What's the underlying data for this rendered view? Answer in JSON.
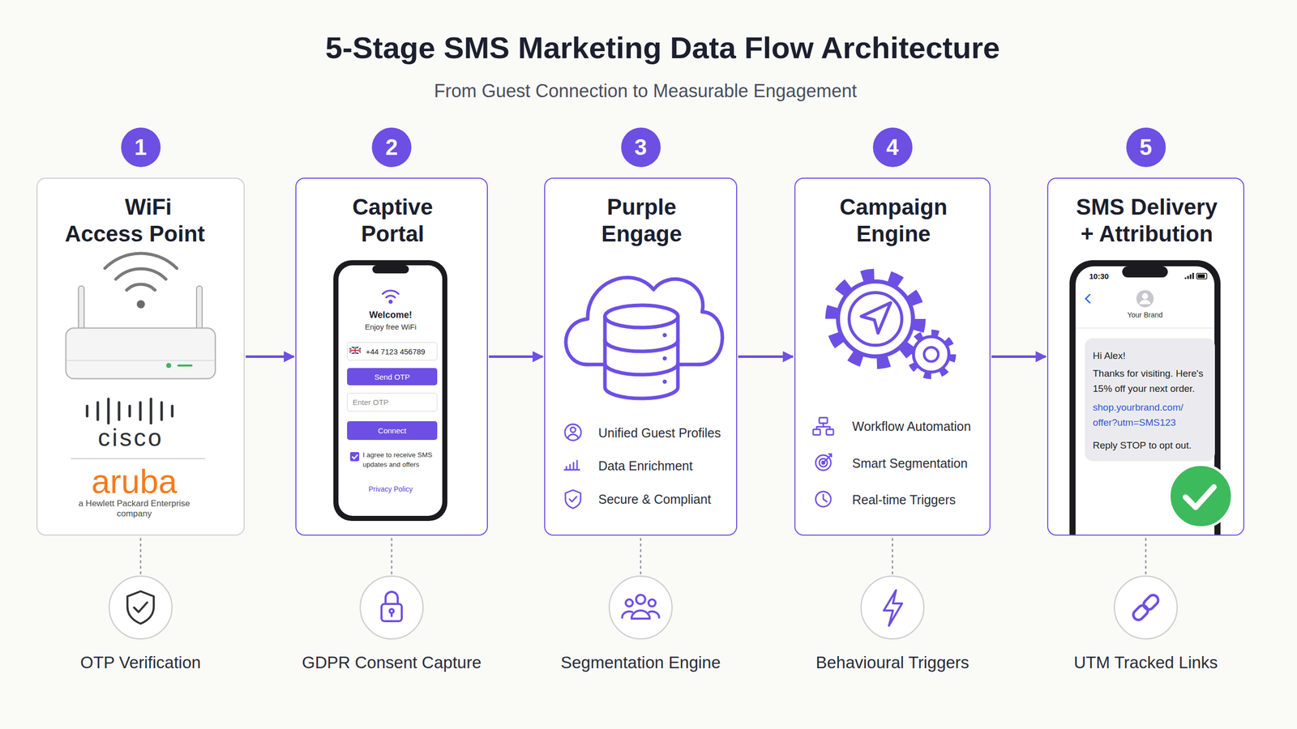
{
  "diagram": {
    "title": "5-Stage SMS Marketing Data Flow Architecture",
    "nodes": [
      {
        "text": [
          "1"
        ]
      },
      {
        "text": [
          "2"
        ]
      },
      {
        "text": [
          "3"
        ]
      },
      {
        "text": [
          "4"
        ]
      },
      {
        "text": [
          "5"
        ]
      },
      {
        "text": [
          "WiFi Access Point"
        ]
      },
      {
        "text": [
          "Captive Portal"
        ]
      },
      {
        "text": [
          "+44 7123 456789"
        ],
        "in": 6
      },
      {
        "text": [
          "Send OTP"
        ],
        "in": 6
      },
      {
        "text": [
          "Enter OTP"
        ],
        "in": 6
      },
      {
        "text": [
          "Connect"
        ],
        "in": 6
      },
      {
        "text": [
          "Purple Engage",
          "Unified Guest Profiles",
          "Data Enrichment",
          "Secure & Compliant"
        ]
      },
      {
        "text": [
          "Campaign Engine",
          "Workflow Automation",
          "Smart Segmentation",
          "Real-time Triggers"
        ]
      },
      {
        "text": [
          "SMS Delivery + Attribution"
        ]
      },
      {
        "text": [
          "Hi Alex!",
          "Thanks for visiting. Here's 15% off your next order.",
          "shop.yourbrand.com/ offer?utm=SMS123",
          "Reply STOP to opt out."
        ],
        "in": 13
      },
      {
        "text": [
          "OTP Verification"
        ]
      },
      {
        "text": [
          "GDPR Consent Capture"
        ]
      },
      {
        "text": [
          "Segmentation Engine"
        ]
      },
      {
        "text": [
          "Behavioural Triggers"
        ]
      },
      {
        "text": [
          "UTM Tracked Links"
        ]
      }
    ],
    "edges": [
      {
        "from": 5,
        "to": 6,
        "arrow": "to"
      },
      {
        "from": 6,
        "to": 11,
        "arrow": "to"
      },
      {
        "from": 11,
        "to": 12,
        "arrow": "to"
      },
      {
        "from": 12,
        "to": 13,
        "arrow": "to"
      },
      {
        "from": 5,
        "to": 15,
        "arrow": "none"
      },
      {
        "from": 6,
        "to": 16,
        "arrow": "none"
      },
      {
        "from": 11,
        "to": 17,
        "arrow": "none"
      },
      {
        "from": 12,
        "to": 18,
        "arrow": "none"
      },
      {
        "from": 13,
        "to": 19,
        "arrow": "none"
      }
    ],
    "labels": [
      "From Guest Connection to Measurable Engagement",
      "cisco",
      "aruba",
      "a Hewlett Packard Enterprise company",
      "Welcome!",
      "Enjoy free WiFi",
      "I agree to receive SMS updates and offers",
      "Privacy Policy",
      "10:30",
      "Your Brand"
    ]
  }
}
